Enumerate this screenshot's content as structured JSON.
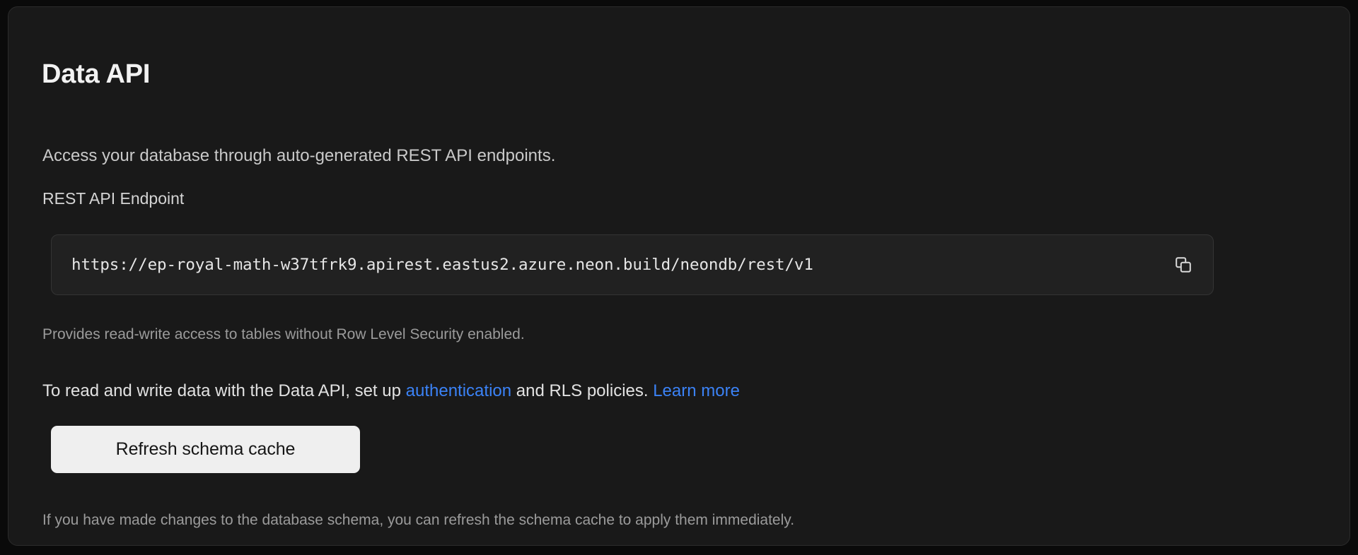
{
  "card": {
    "title": "Data API",
    "subtitle": "Access your database through auto-generated REST API endpoints.",
    "endpoint": {
      "label": "REST API Endpoint",
      "value": "https://ep-royal-math-w37tfrk9.apirest.eastus2.azure.neon.build/neondb/rest/v1",
      "placeholder": "https://",
      "copy_icon": "copy-icon",
      "hint": "Provides read-write access to tables without Row Level Security enabled."
    },
    "info": {
      "text_before_link1": "To read and write data with the Data API, set up ",
      "link1": "authentication",
      "text_between": " and RLS policies. ",
      "link2": "Learn more",
      "link_color": "#3b82f6"
    },
    "refresh": {
      "label": "Refresh schema cache",
      "hint": "If you have made changes to the database schema, you can refresh the schema cache to apply them immediately."
    }
  },
  "theme": {
    "background": "#0a0a0a",
    "card_background": "#191919",
    "card_border": "#2b2b2b",
    "input_background": "#212121",
    "button_background": "#efefef",
    "accent": "#3b82f6"
  }
}
